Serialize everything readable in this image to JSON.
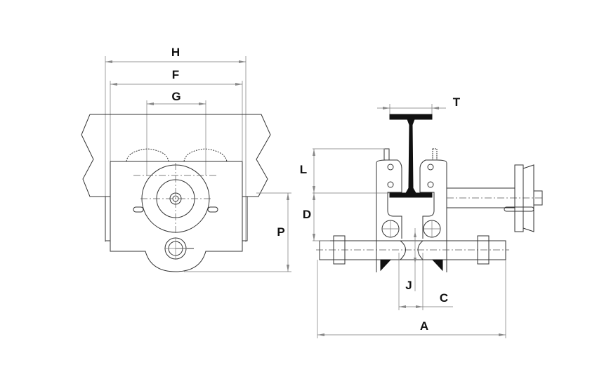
{
  "figure": {
    "front_view": {
      "dimensions": [
        "H",
        "F",
        "G",
        "P"
      ]
    },
    "side_view": {
      "dimensions": [
        "T",
        "L",
        "D",
        "J",
        "C",
        "A"
      ]
    }
  },
  "labels": {
    "H": "H",
    "F": "F",
    "G": "G",
    "P": "P",
    "T": "T",
    "L": "L",
    "D": "D",
    "J": "J",
    "C": "C",
    "A": "A"
  }
}
